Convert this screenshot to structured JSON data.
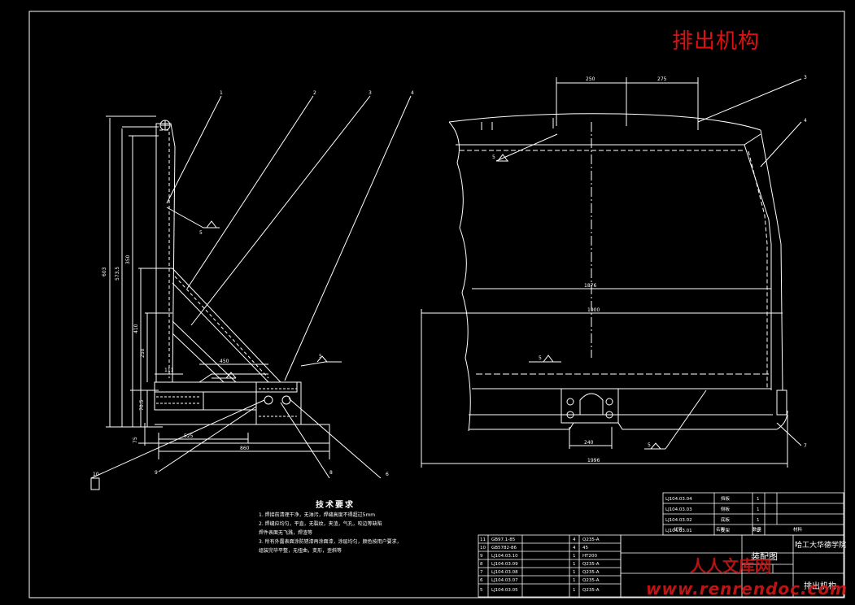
{
  "drawing": {
    "title": "排出机构",
    "watermark": "人人文库网",
    "watermark_url": "www.renrendoc.com"
  },
  "colors": {
    "background": "#000000",
    "lines": "#ffffff",
    "title": "#e01010",
    "watermark": "#d01818"
  },
  "left_view": {
    "dims": [
      "603",
      "573.5",
      "350",
      "410",
      "250",
      "111",
      "450",
      "70.5",
      "75",
      "525",
      "860"
    ],
    "balloons": [
      "1",
      "2",
      "3",
      "4",
      "8",
      "9",
      "10",
      "6",
      "5"
    ]
  },
  "right_view": {
    "dims": [
      "250",
      "275",
      "1876",
      "1900",
      "240",
      "1996"
    ],
    "balloons": [
      "3",
      "4",
      "7"
    ]
  },
  "tech_requirements": {
    "title": "技术要求",
    "notes": [
      "1. 焊接前清理干净，无油污，焊缝高度不得超过5mm",
      "2. 焊缝应均匀，平直，无裂纹，夹渣，气孔，咬边等缺陷",
      "   焊件表面无飞溅，焊渣等",
      "3. 所有外露表面涂防锈漆再涂面漆，涂层均匀，颜色按用户要求，",
      "   组装完毕平整，无扭曲，变形，歪斜等"
    ]
  },
  "title_block": {
    "school": "哈工大华德学院",
    "drawing_name": "排出机构",
    "assembly_label": "装配图",
    "upper_parts": [
      {
        "code": "LJ104.03.04",
        "name": "挡板",
        "qty": "1"
      },
      {
        "code": "LJ104.03.03",
        "name": "侧板",
        "qty": "1"
      },
      {
        "code": "LJ104.03.02",
        "name": "底板",
        "qty": "1"
      },
      {
        "code": "LJ104.03.01",
        "name": "支架",
        "qty": "1"
      }
    ],
    "lower_parts": [
      {
        "no": "11",
        "code": "GB97.1-85",
        "qty": "4",
        "mat": "Q235-A"
      },
      {
        "no": "10",
        "code": "GB5782-86",
        "qty": "4",
        "mat": "45"
      },
      {
        "no": "9",
        "code": "LJ104.03.10",
        "qty": "1",
        "mat": "HT200"
      },
      {
        "no": "8",
        "code": "LJ104.03.09",
        "qty": "1",
        "mat": "Q235-A"
      },
      {
        "no": "7",
        "code": "LJ104.03.08",
        "qty": "1",
        "mat": "Q235-A"
      },
      {
        "no": "6",
        "code": "LJ104.03.07",
        "qty": "1",
        "mat": "Q235-A"
      },
      {
        "no": "5",
        "code": "LJ104.03.05",
        "qty": "1",
        "mat": "Q235-A"
      }
    ],
    "headers": [
      "序号",
      "代号",
      "名称",
      "数量",
      "材料"
    ]
  }
}
